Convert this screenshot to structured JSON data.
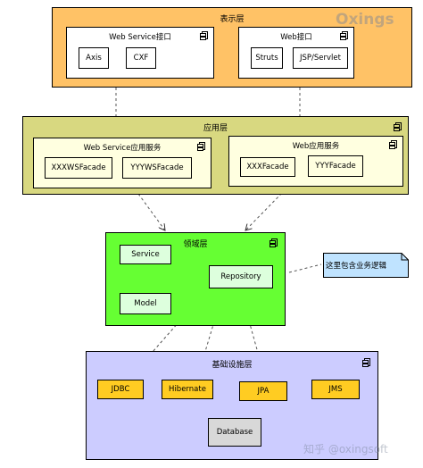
{
  "layers": {
    "presentation": {
      "title": "表示层",
      "webservice": {
        "title": "Web Service接口",
        "items": [
          "Axis",
          "CXF"
        ]
      },
      "web": {
        "title": "Web接口",
        "items": [
          "Struts",
          "JSP/Servlet"
        ]
      }
    },
    "application": {
      "title": "应用层",
      "webservice": {
        "title": "Web Service应用服务",
        "items": [
          "XXXWSFacade",
          "YYYWSFacade"
        ]
      },
      "web": {
        "title": "Web应用服务",
        "items": [
          "XXXFacade",
          "YYYFacade"
        ]
      }
    },
    "domain": {
      "title": "领域层",
      "service": "Service",
      "model": "Model",
      "repository": "Repository"
    },
    "infrastructure": {
      "title": "基础设施层",
      "items": [
        "JDBC",
        "Hibernate",
        "JPA",
        "JMS"
      ],
      "database": "Database"
    }
  },
  "note": "这里包含业务逻辑",
  "watermark": {
    "top": "Oxings",
    "bottom": "知乎 @oxingsoft"
  },
  "colors": {
    "presentation": "#ffc266",
    "application": "#d8d880",
    "domain": "#66ff33",
    "infrastructure": "#ccccff",
    "note": "#bfe3ff"
  }
}
